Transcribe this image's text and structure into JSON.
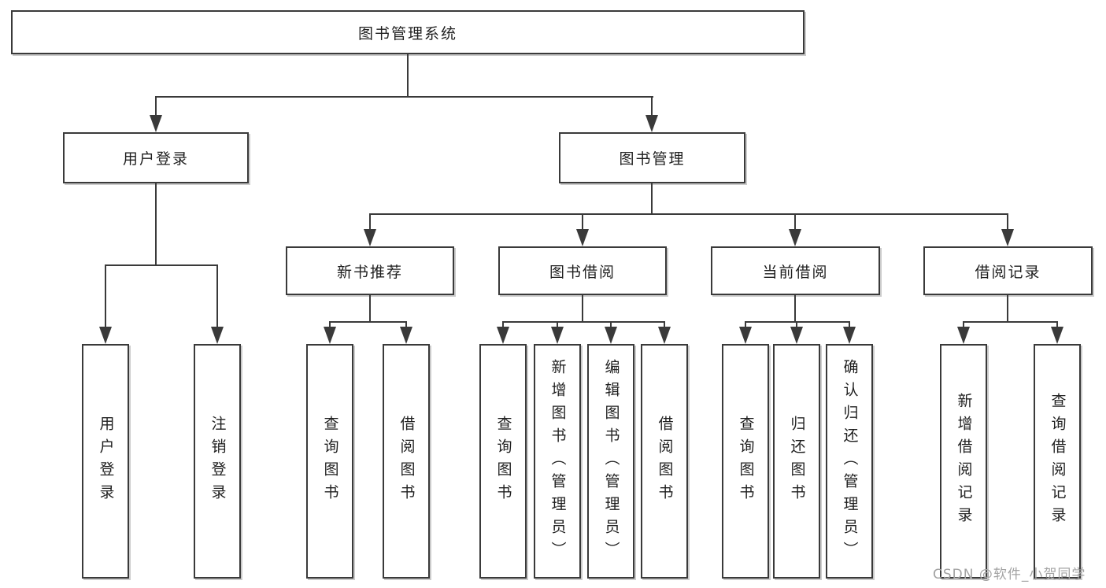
{
  "tree": {
    "label": "图书管理系统",
    "children": [
      {
        "label": "用户登录",
        "children": [
          {
            "label": "用户登录"
          },
          {
            "label": "注销登录"
          }
        ]
      },
      {
        "label": "图书管理",
        "children": [
          {
            "label": "新书推荐",
            "children": [
              {
                "label": "查询图书"
              },
              {
                "label": "借阅图书"
              }
            ]
          },
          {
            "label": "图书借阅",
            "children": [
              {
                "label": "查询图书"
              },
              {
                "label": "新增图书（管理员）"
              },
              {
                "label": "编辑图书（管理员）"
              },
              {
                "label": "借阅图书"
              }
            ]
          },
          {
            "label": "当前借阅",
            "children": [
              {
                "label": "查询图书"
              },
              {
                "label": "归还图书"
              },
              {
                "label": "确认归还（管理员）"
              }
            ]
          },
          {
            "label": "借阅记录",
            "children": [
              {
                "label": "新增借阅记录"
              },
              {
                "label": "查询借阅记录"
              }
            ]
          }
        ]
      }
    ]
  },
  "watermark": {
    "text": "CSDN @软件_小贺同学"
  },
  "colors": {
    "line": "#3a3a3a",
    "text": "#1f1f1f",
    "background": "#ffffff",
    "watermark": "#a3a3a3"
  }
}
